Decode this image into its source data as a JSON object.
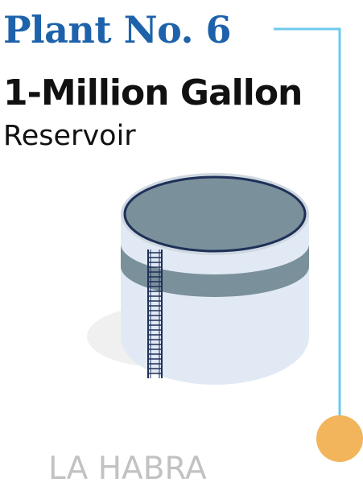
{
  "title": "Plant No. 6",
  "capacity": "1-Million Gallon",
  "type": "Reservoir",
  "location": "LA HABRA",
  "colors": {
    "title": "#1d62aa",
    "text": "#111111",
    "location": "#c2c2c2",
    "connector_line": "#6ec9ec",
    "marker_dot": "#f2b55b",
    "tank_body": "#e1eaf4",
    "tank_band": "#7a909b",
    "tank_roof": "#7a909b",
    "tank_rim": "#1f3058",
    "tank_shadow": "#f0f0f0",
    "ladder": "#1f3058"
  },
  "icons": {
    "tank": "reservoir-tank-icon",
    "ladder": "ladder-icon",
    "marker": "location-marker-dot"
  }
}
